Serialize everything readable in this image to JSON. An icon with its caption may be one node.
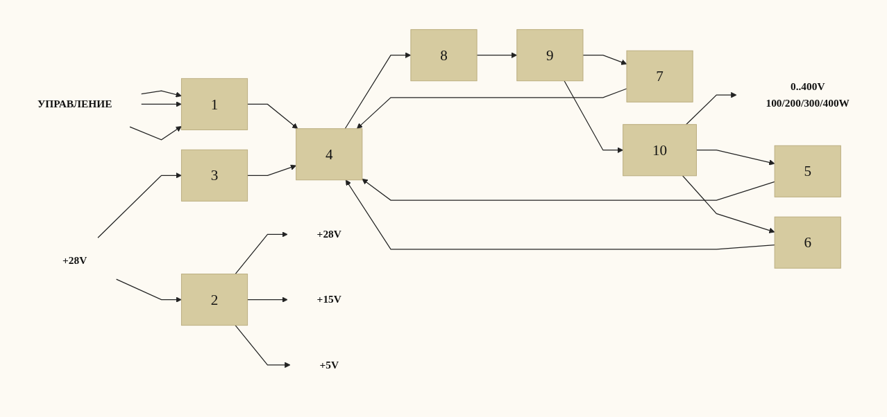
{
  "diagram": {
    "nodes": [
      {
        "text": [
          "УПРАВЛЕНИЕ"
        ]
      },
      {
        "text": [
          "1"
        ]
      },
      {
        "text": [
          "2"
        ]
      },
      {
        "text": [
          "3"
        ]
      },
      {
        "text": [
          "4"
        ]
      },
      {
        "text": [
          "5"
        ]
      },
      {
        "text": [
          "6"
        ]
      },
      {
        "text": [
          "7"
        ]
      },
      {
        "text": [
          "8"
        ]
      },
      {
        "text": [
          "9"
        ]
      },
      {
        "text": [
          "10"
        ]
      },
      {
        "text": [
          "+28V"
        ]
      },
      {
        "text": [
          "+28V"
        ]
      },
      {
        "text": [
          "+15V"
        ]
      },
      {
        "text": [
          "+5V"
        ]
      },
      {
        "text": [
          "0..400V",
          "100/200/300/400W"
        ]
      }
    ],
    "edges": [
      {
        "from": 0,
        "to": 1,
        "arrow": "to"
      },
      {
        "from": 0,
        "to": 1,
        "arrow": "to"
      },
      {
        "from": 0,
        "to": 1,
        "arrow": "to"
      },
      {
        "from": 11,
        "to": 2,
        "arrow": "to"
      },
      {
        "from": 11,
        "to": 3,
        "arrow": "to"
      },
      {
        "from": 2,
        "to": 12,
        "arrow": "to"
      },
      {
        "from": 2,
        "to": 13,
        "arrow": "to"
      },
      {
        "from": 2,
        "to": 14,
        "arrow": "to"
      },
      {
        "from": 1,
        "to": 4,
        "arrow": "to"
      },
      {
        "from": 3,
        "to": 4,
        "arrow": "to"
      },
      {
        "from": 5,
        "to": 4,
        "arrow": "to"
      },
      {
        "from": 6,
        "to": 4,
        "arrow": "to"
      },
      {
        "from": 7,
        "to": 4,
        "arrow": "to"
      },
      {
        "from": 4,
        "to": 8,
        "arrow": "to"
      },
      {
        "from": 8,
        "to": 9,
        "arrow": "to"
      },
      {
        "from": 9,
        "to": 10,
        "arrow": "to"
      },
      {
        "from": 10,
        "to": 15,
        "arrow": "to"
      },
      {
        "from": 10,
        "to": 5,
        "arrow": "to"
      },
      {
        "from": 10,
        "to": 6,
        "arrow": "to"
      },
      {
        "from": 9,
        "to": 7,
        "arrow": "to"
      }
    ]
  }
}
